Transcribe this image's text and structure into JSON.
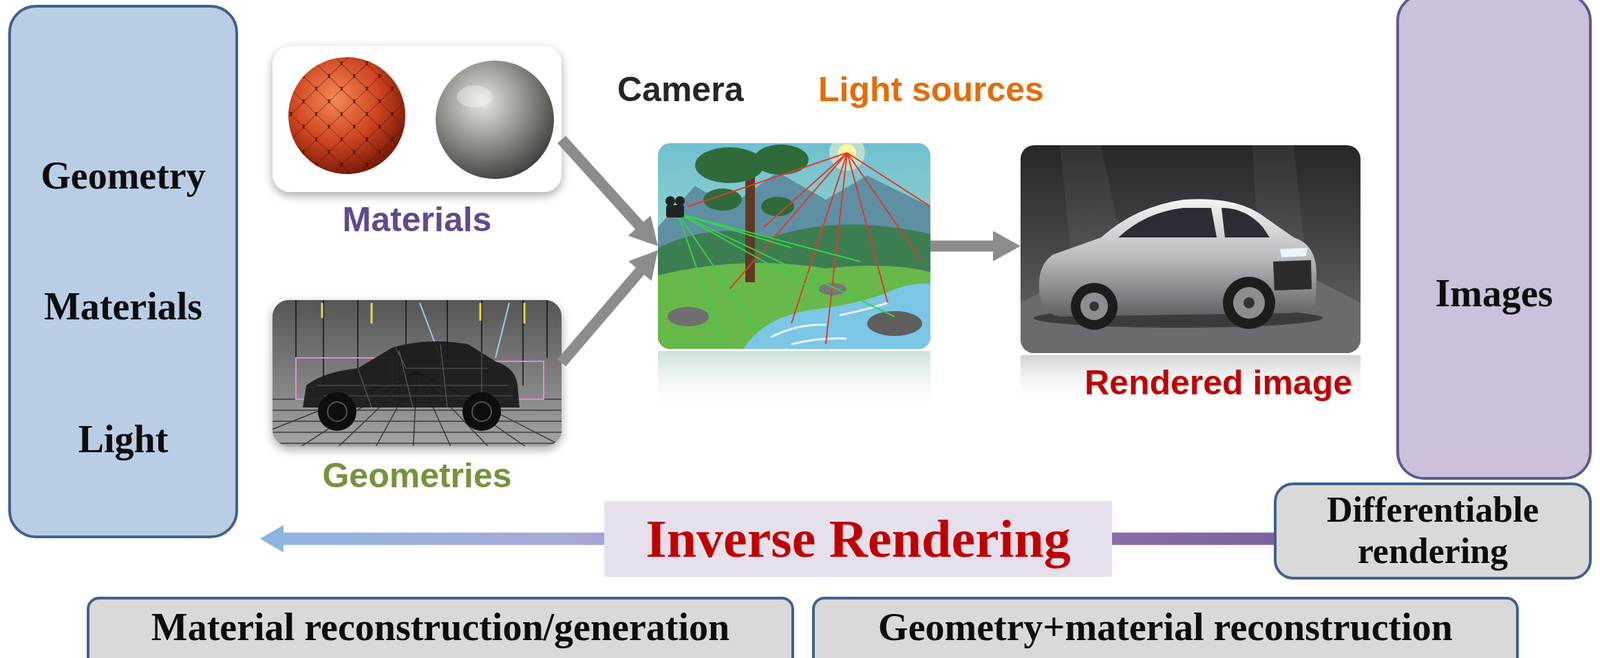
{
  "diagram": {
    "nodes": [
      {
        "text": [
          "Geometry",
          "Materials",
          "Light"
        ]
      },
      {
        "text": [
          "Materials"
        ]
      },
      {
        "text": [
          "Geometries"
        ]
      },
      {
        "text": [
          "Camera",
          "Light sources"
        ]
      },
      {
        "text": [
          "Rendered image"
        ]
      },
      {
        "text": [
          "Images"
        ]
      },
      {
        "text": [
          "Differentiable rendering"
        ]
      },
      {
        "text": [
          "Material reconstruction/generation"
        ]
      },
      {
        "text": [
          "Geometry+material reconstruction"
        ]
      }
    ],
    "edges": [
      {
        "from": 1,
        "to": 3,
        "arrow": "to"
      },
      {
        "from": 2,
        "to": 3,
        "arrow": "to"
      },
      {
        "from": 3,
        "to": 4,
        "arrow": "to"
      },
      {
        "from": 6,
        "to": 0,
        "label": "Inverse Rendering",
        "arrow": "to"
      }
    ]
  }
}
